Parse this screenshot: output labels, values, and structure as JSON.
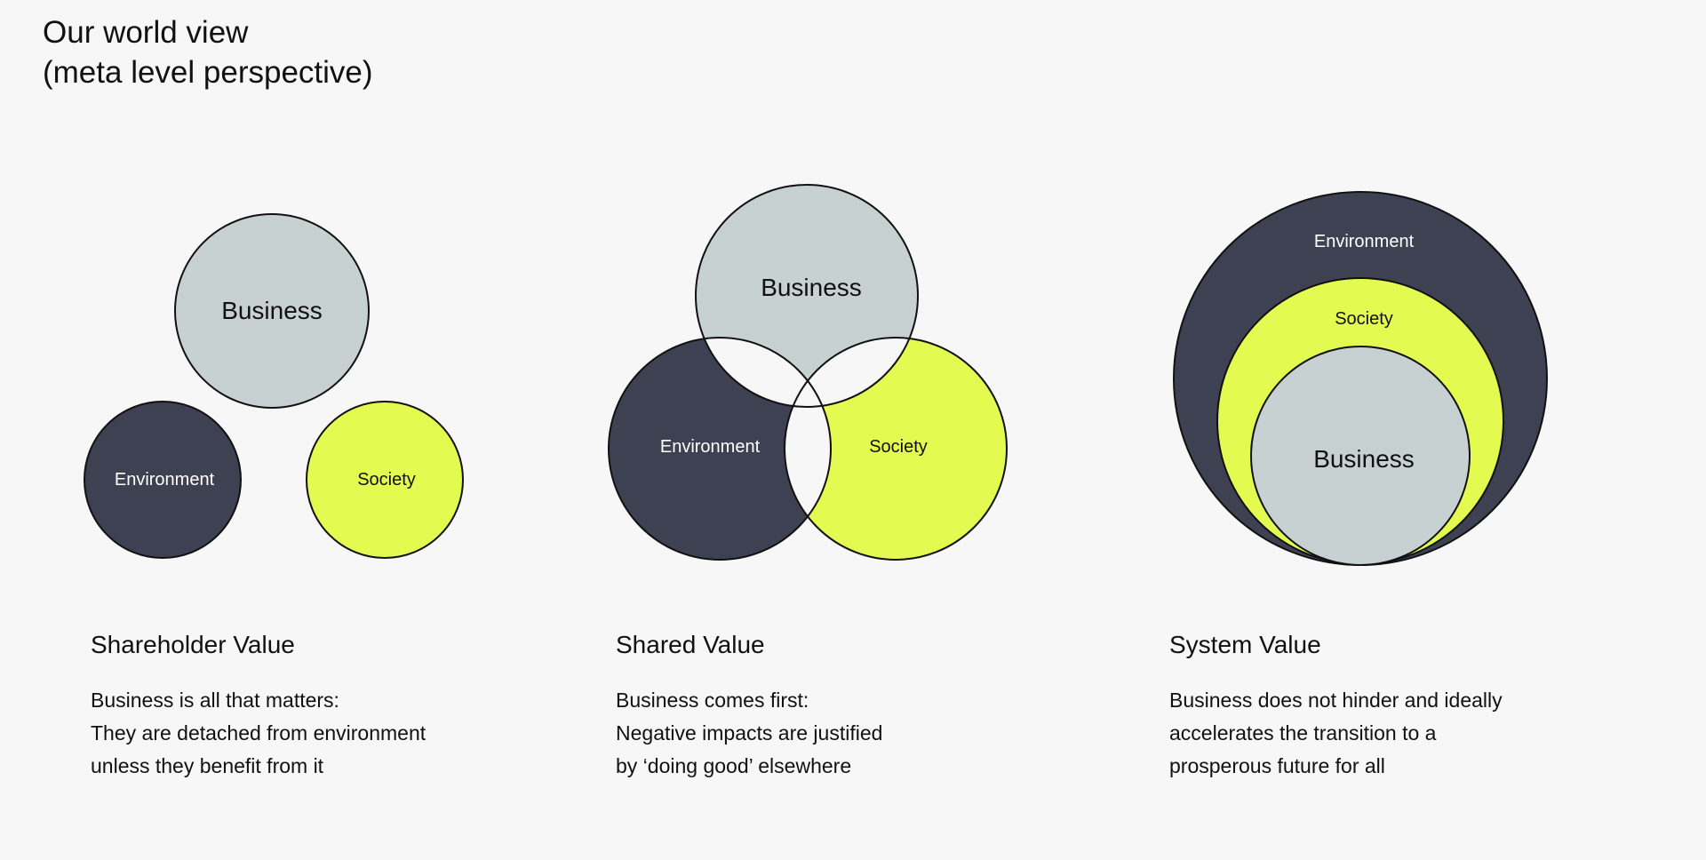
{
  "title": {
    "line1": "Our world view",
    "line2": "(meta level perspective)"
  },
  "colors": {
    "background": "#f7f7f7",
    "business": "#c8d1d1",
    "environment": "#3e4152",
    "society": "#e3fa50",
    "stroke": "#111111"
  },
  "diagrams": {
    "shareholder": {
      "business": "Business",
      "environment": "Environment",
      "society": "Society"
    },
    "shared": {
      "business": "Business",
      "environment": "Environment",
      "society": "Society"
    },
    "system": {
      "business": "Business",
      "environment": "Environment",
      "society": "Society"
    }
  },
  "columns": [
    {
      "heading": "Shareholder Value",
      "lines": [
        "Business is all that matters:",
        "They are detached from environment",
        "unless they benefit from it"
      ]
    },
    {
      "heading": "Shared Value",
      "lines": [
        "Business comes first:",
        "Negative impacts are justified",
        "by ‘doing good’ elsewhere"
      ]
    },
    {
      "heading": "System Value",
      "lines": [
        "Business does not hinder and ideally",
        "accelerates the transition to a",
        "prosperous future for all"
      ]
    }
  ]
}
